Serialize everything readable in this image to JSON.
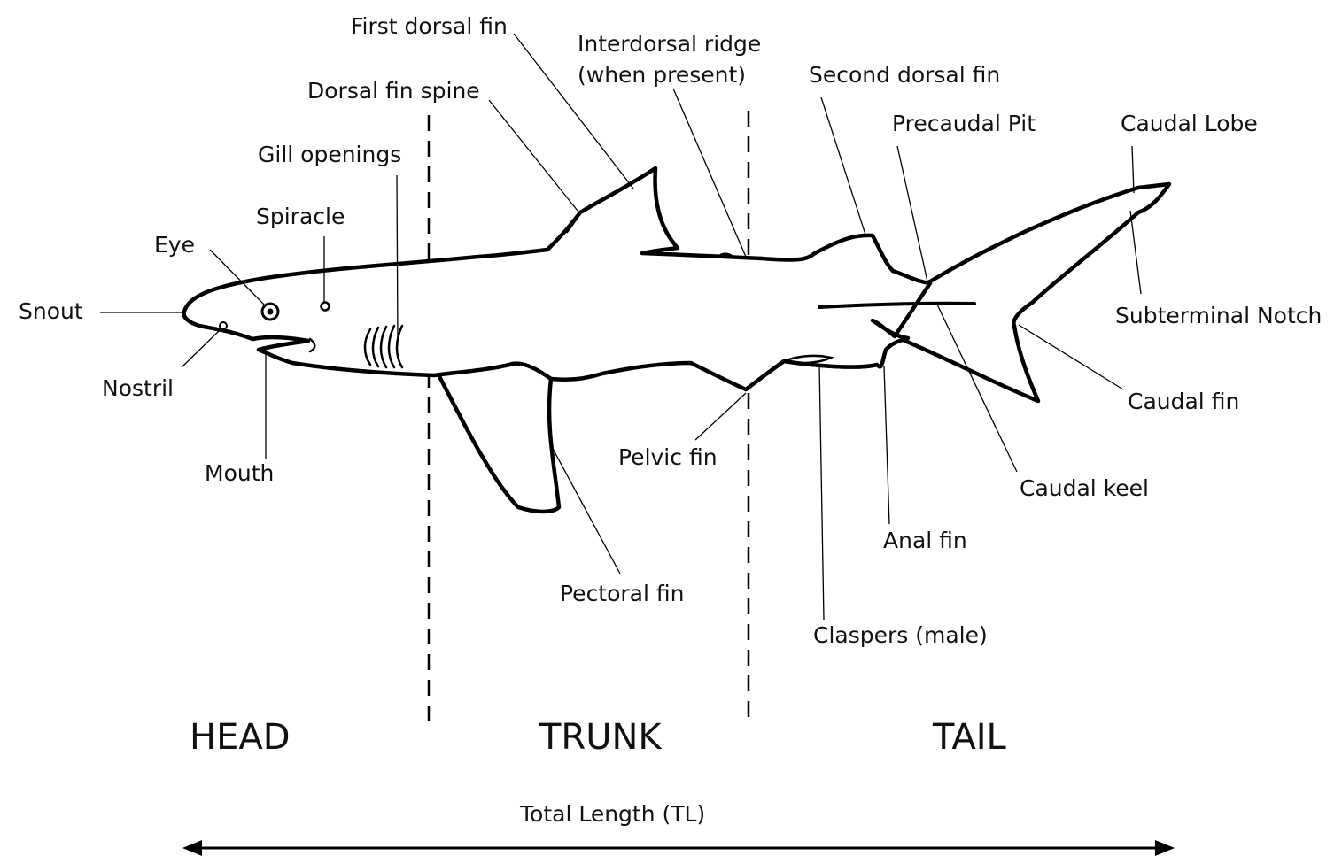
{
  "labels": {
    "first_dorsal_fin": "First dorsal fin",
    "interdorsal_ridge_line1": "Interdorsal ridge",
    "interdorsal_ridge_line2": "(when present)",
    "second_dorsal_fin": "Second dorsal fin",
    "dorsal_fin_spine": "Dorsal fin spine",
    "precaudal_pit": "Precaudal Pit",
    "caudal_lobe": "Caudal Lobe",
    "gill_openings": "Gill openings",
    "spiracle": "Spiracle",
    "eye": "Eye",
    "snout": "Snout",
    "nostril": "Nostril",
    "mouth": "Mouth",
    "subterminal_notch": "Subterminal Notch",
    "caudal_fin": "Caudal fin",
    "pelvic_fin": "Pelvic fin",
    "caudal_keel": "Caudal keel",
    "anal_fin": "Anal fin",
    "pectoral_fin": "Pectoral fin",
    "claspers": "Claspers (male)"
  },
  "regions": {
    "head": "HEAD",
    "trunk": "TRUNK",
    "tail": "TAIL"
  },
  "measurement": {
    "total_length": "Total Length (TL)"
  },
  "colors": {
    "stroke": "#000000",
    "background": "#ffffff"
  }
}
